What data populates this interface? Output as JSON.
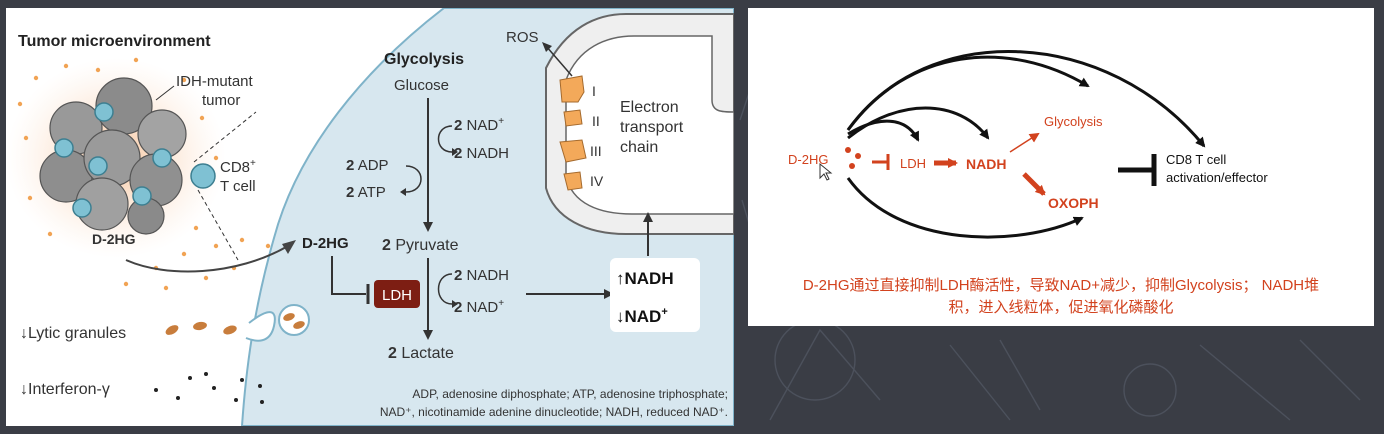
{
  "left_panel": {
    "title": "Tumor microenvironment",
    "idh_label_line1": "IDH-mutant",
    "idh_label_line2": "tumor",
    "cd8_label_line1": "CD8",
    "cd8_sup": "+",
    "cd8_label_line2": "T cell",
    "d2hg_left": "D-2HG",
    "lytic_label": "↓Lytic granules",
    "interferon_label": "↓Interferon-γ",
    "glycolysis_title": "Glycolysis",
    "glucose": "Glucose",
    "nad_plus_top_num": "2",
    "nad_plus_top": "NAD",
    "nadh_top_num": "2",
    "nadh_top": "NADH",
    "adp_num": "2",
    "adp": "ADP",
    "atp_num": "2",
    "atp": "ATP",
    "pyruvate_num": "2",
    "pyruvate": "Pyruvate",
    "nadh_bottom_num": "2",
    "nadh_bottom": "NADH",
    "nad_plus_bottom_num": "2",
    "nad_plus_bottom": "NAD",
    "lactate_num": "2",
    "lactate": "Lactate",
    "ldh_box": "LDH",
    "d2hg_mid": "D-2HG",
    "ros": "ROS",
    "etc_line1": "Electron",
    "etc_line2": "transport",
    "etc_line3": "chain",
    "complex_I": "I",
    "complex_II": "II",
    "complex_III": "III",
    "complex_IV": "IV",
    "nadh_up": "↑NADH",
    "nad_down": "↓NAD",
    "plus": "+",
    "footnote_line1": "ADP, adenosine diphosphate; ATP, adenosine triphosphate;",
    "footnote_line2": "NAD⁺, nicotinamide adenine dinucleotide; NADH, reduced NAD⁺."
  },
  "right_panel": {
    "d2hg": "D-2HG",
    "ldh": "LDH",
    "nadh": "NADH",
    "glycolysis": "Glycolysis",
    "oxoph": "OXOPH",
    "cd8_line1": "CD8 T cell",
    "cd8_line2": "activation/effector",
    "caption_line1": "D-2HG通过直接抑制LDH酶活性，导致NAD+减少，抑制Glycolysis；  NADH堆",
    "caption_line2": "积，进入线粒体，促进氧化磷酸化"
  },
  "colors": {
    "cell_fill": "#d7e7ef",
    "ldh_box": "#7d1e13",
    "mito_orange": "#f3a95a",
    "cd8_teal": "#7fc1d3",
    "tumor_gray": "#8e8e8e",
    "right_red": "#d2421e",
    "dot_orange": "#f1a354"
  }
}
